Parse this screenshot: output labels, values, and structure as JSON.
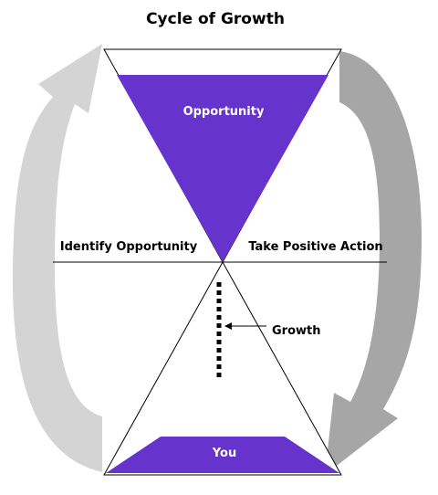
{
  "title": "Cycle of Growth",
  "labels": {
    "top_segment": "Opportunity",
    "bottom_segment": "You",
    "left_side": "Identify Opportunity",
    "right_side": "Take Positive Action",
    "center_pointer": "Growth"
  },
  "colors": {
    "fill": "#6633cc",
    "left_arrow": "#d4d4d4",
    "right_arrow": "#a6a6a6",
    "outline": "#000000",
    "background": "#ffffff"
  }
}
